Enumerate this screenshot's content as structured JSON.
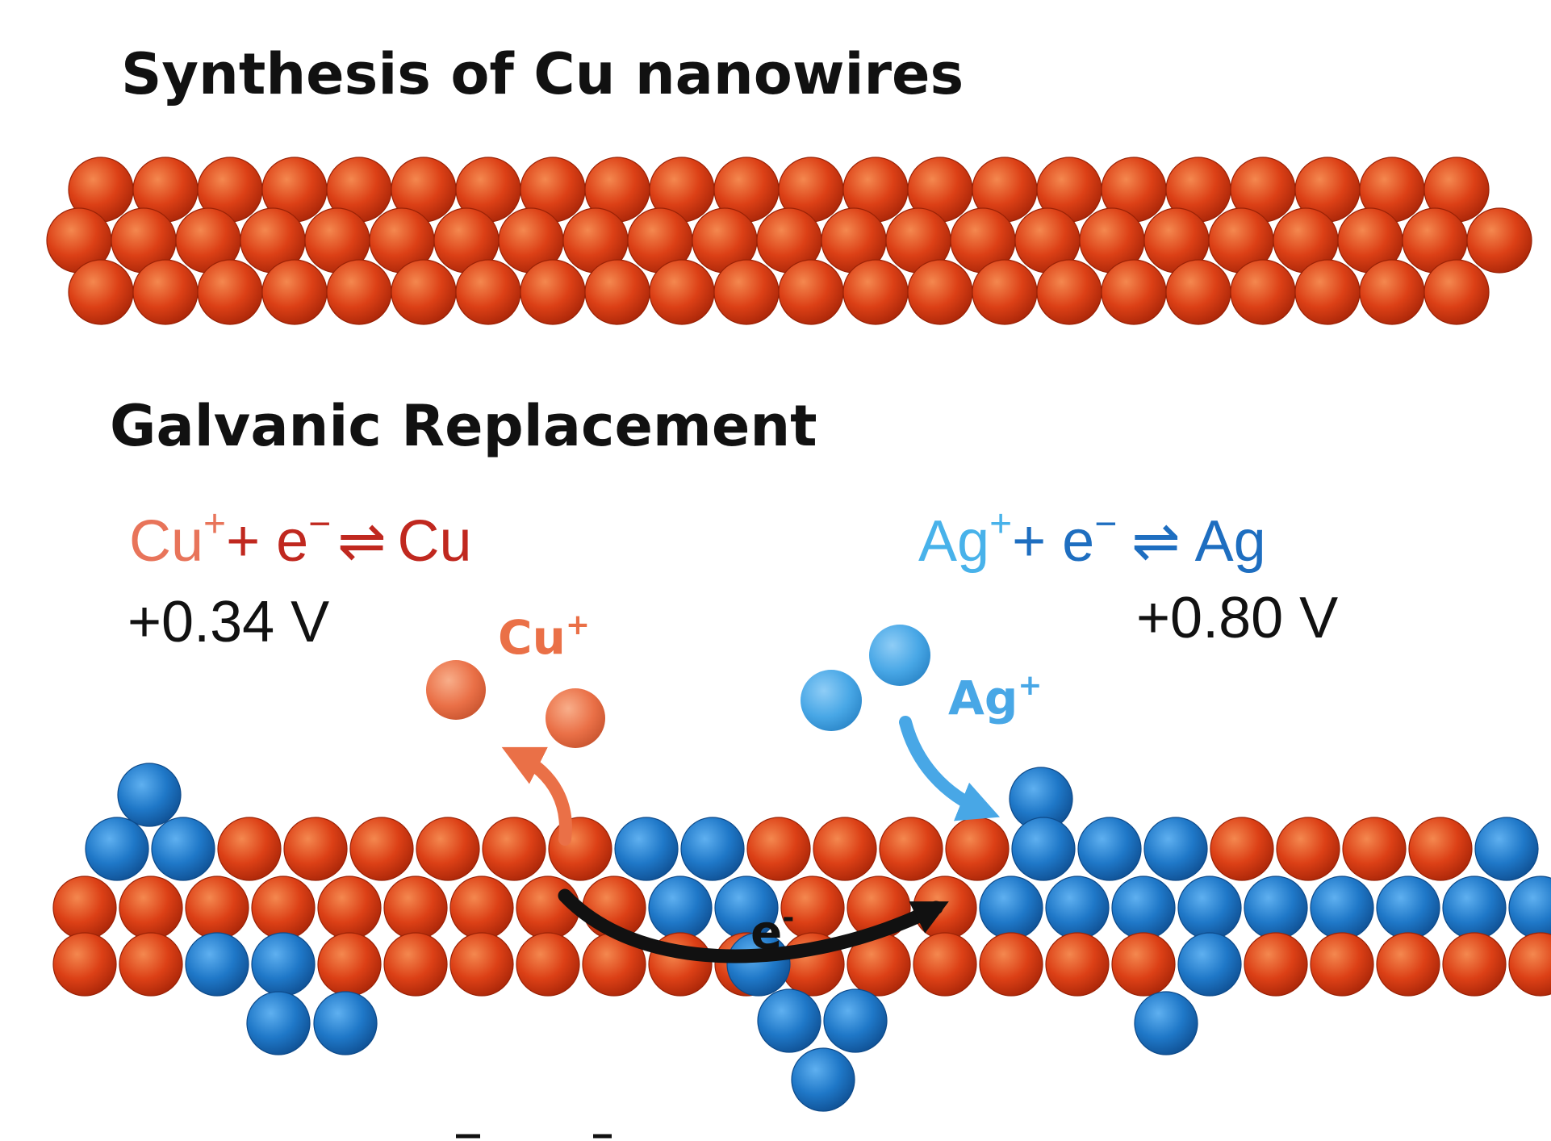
{
  "title": "Synthesis of Cu nanowires",
  "section_title": "Galvanic Replacement",
  "colors": {
    "copper": "#d83a12",
    "copper_ion": "#ea7047",
    "silver": "#1f78c8",
    "silver_ion": "#48a7e6",
    "eq_copper_light": "#e8745a",
    "eq_copper_dark": "#c0281f",
    "eq_silver_light": "#48b2ea",
    "eq_silver_dark": "#1e6ec0",
    "arrow_electron": "#111111"
  },
  "cu_half_reaction": {
    "species": "Cu",
    "charge": "+",
    "plus_sign": "+ e",
    "minus_sup": "−",
    "equilibrium": "⇌",
    "product": "Cu",
    "potential": "+0.34 V"
  },
  "ag_half_reaction": {
    "species": "Ag",
    "charge": "+",
    "plus_sign": "+ e",
    "minus_sup": "−",
    "equilibrium": "⇌",
    "product": "Ag",
    "potential": "+0.80 V"
  },
  "ion_labels": {
    "cu": "Cu",
    "ag": "Ag",
    "charge": "+"
  },
  "electron_label": {
    "symbol": "e",
    "charge": "-"
  },
  "top_wire_composition": "all-copper",
  "bottom_wire_composition": "copper with silver replacement regions"
}
